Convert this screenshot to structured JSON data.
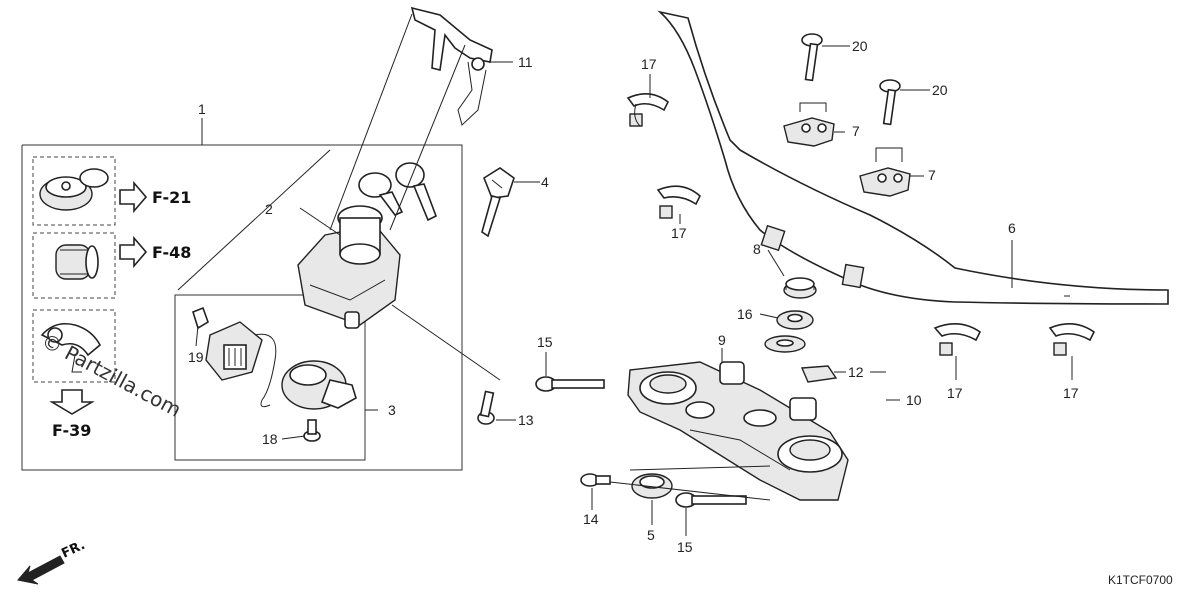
{
  "diagram": {
    "code": "K1TCF0700",
    "watermark": "© Partzilla.com",
    "direction_label": "FR.",
    "refs": [
      "F-21",
      "F-48",
      "F-39"
    ],
    "callouts": [
      "1",
      "2",
      "3",
      "4",
      "5",
      "6",
      "7",
      "7",
      "8",
      "9",
      "10",
      "11",
      "12",
      "13",
      "14",
      "15",
      "15",
      "16",
      "17",
      "17",
      "17",
      "17",
      "18",
      "19",
      "20",
      "20"
    ]
  }
}
